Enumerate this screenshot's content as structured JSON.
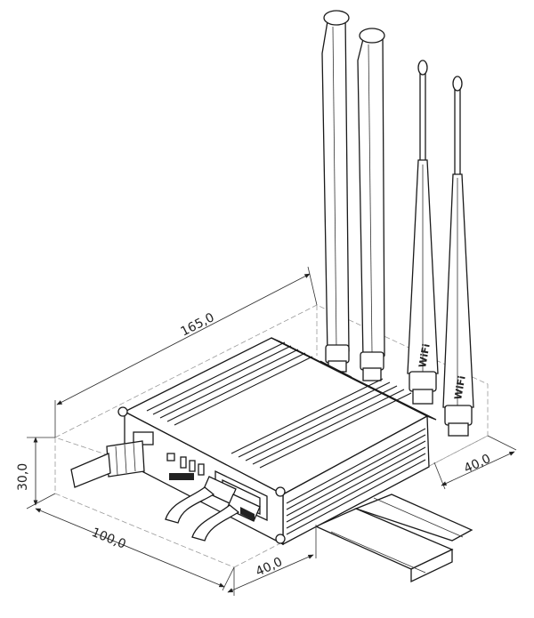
{
  "dimensions": {
    "length": "165,0",
    "height": "30,0",
    "width": "100,0",
    "depth_front": "40,0",
    "depth_right": "40,0"
  },
  "antenna_labels": {
    "left": "WiFi",
    "right": "WiFi"
  }
}
